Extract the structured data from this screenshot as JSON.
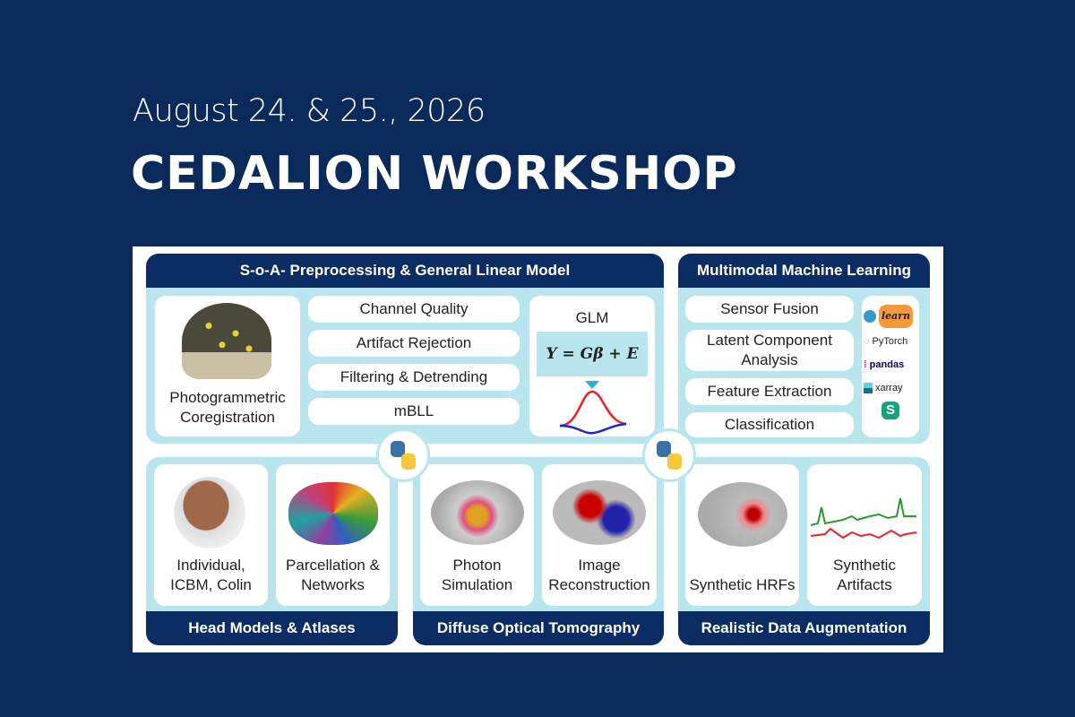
{
  "header": {
    "date": "August 24. & 25., 2026",
    "title": "CEDALION WORKSHOP"
  },
  "preprocessing": {
    "title": "S-o-A- Preprocessing & General Linear Model",
    "photo_label": "Photogrammetric Coregistration",
    "steps": [
      "Channel Quality",
      "Artifact Rejection",
      "Filtering & Detrending",
      "mBLL"
    ],
    "glm_label": "GLM",
    "glm_equation": "Y = Gβ + E"
  },
  "ml": {
    "title": "Multimodal Machine Learning",
    "items": [
      "Sensor Fusion",
      "Latent Component Analysis",
      "Feature Extraction",
      "Classification"
    ],
    "libraries": [
      "learn",
      "PyTorch",
      "pandas",
      "xarray"
    ]
  },
  "head_models": {
    "title": "Head Models & Atlases",
    "tiles": [
      "Individual, ICBM, Colin",
      "Parcellation & Networks"
    ]
  },
  "dot": {
    "title": "Diffuse Optical Tomography",
    "tiles": [
      "Photon Simulation",
      "Image Reconstruction"
    ]
  },
  "augmentation": {
    "title": "Realistic Data Augmentation",
    "tiles": [
      "Synthetic HRFs",
      "Synthetic Artifacts"
    ]
  }
}
